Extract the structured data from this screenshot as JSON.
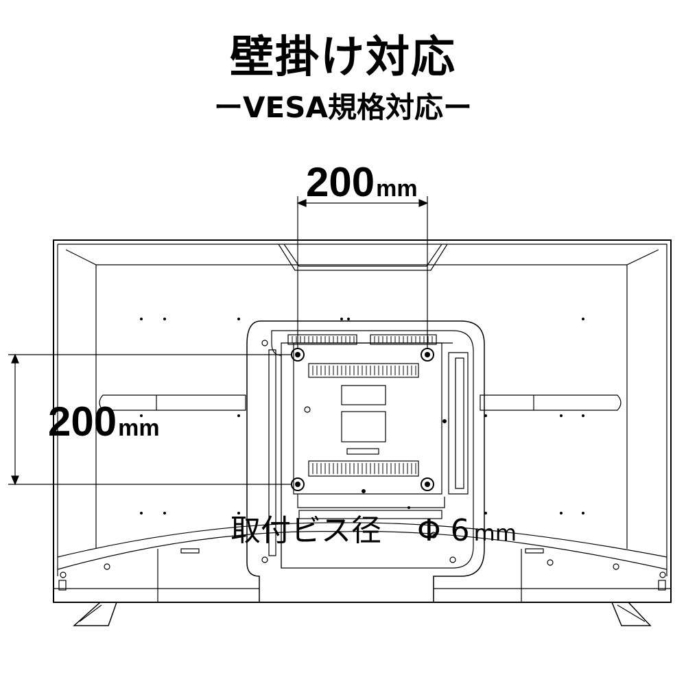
{
  "heading": {
    "title": "壁掛け対応",
    "subtitle": "ーVESA規格対応ー"
  },
  "dimensions": {
    "horizontal": {
      "value": "200",
      "unit": "mm"
    },
    "vertical": {
      "value": "200",
      "unit": "mm"
    }
  },
  "screw": {
    "label": "取付ビス径",
    "symbol": "Φ",
    "value": "6",
    "unit": "mm"
  },
  "colors": {
    "line": "#000000",
    "background": "#ffffff"
  }
}
